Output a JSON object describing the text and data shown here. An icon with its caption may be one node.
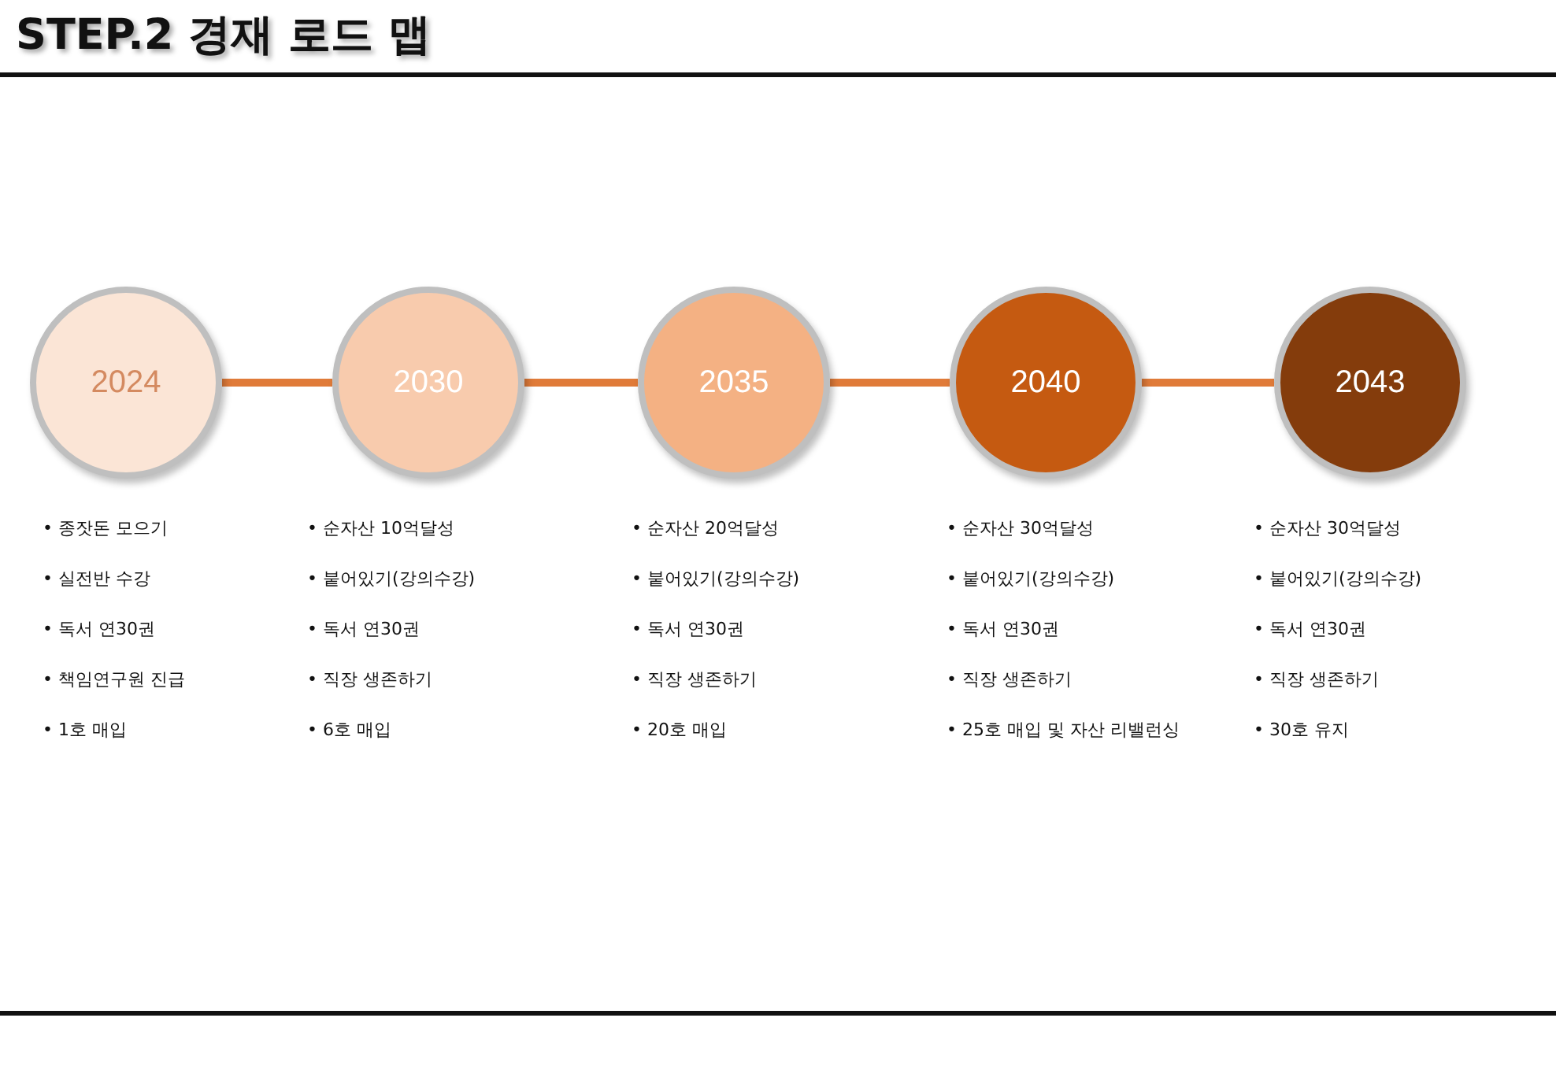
{
  "diagram": {
    "title": "STEP.2 경재 로드 맵",
    "nodes": [
      {
        "text": [
          "2024"
        ],
        "beside": [
          "• 종잣돈 모으기",
          "• 실전반 수강",
          "• 독서 연30권",
          "• 책임연구원 진급",
          "• 1호 매입"
        ]
      },
      {
        "text": [
          "2030"
        ],
        "beside": [
          "• 순자산 10억달성",
          "• 붙어있기(강의수강)",
          "• 독서 연30권",
          "• 직장 생존하기",
          "• 6호 매입"
        ]
      },
      {
        "text": [
          "2035"
        ],
        "beside": [
          "• 순자산 20억달성",
          "• 붙어있기(강의수강)",
          "• 독서 연30권",
          "• 직장 생존하기",
          "• 20호 매입"
        ]
      },
      {
        "text": [
          "2040"
        ],
        "beside": [
          "• 순자산 30억달성",
          "• 붙어있기(강의수강)",
          "• 독서 연30권",
          "• 직장 생존하기",
          "• 25호 매입 및 자산 리밸런싱"
        ]
      },
      {
        "text": [
          "2043"
        ],
        "beside": [
          "• 순자산 30억달성",
          "• 붙어있기(강의수강)",
          "• 독서 연30권",
          "• 직장 생존하기",
          "• 30호 유지"
        ]
      }
    ],
    "edges": [
      {
        "from": 0,
        "to": 1,
        "arrow": "none"
      },
      {
        "from": 1,
        "to": 2,
        "arrow": "none"
      },
      {
        "from": 2,
        "to": 3,
        "arrow": "none"
      },
      {
        "from": 3,
        "to": 4,
        "arrow": "none"
      }
    ]
  }
}
